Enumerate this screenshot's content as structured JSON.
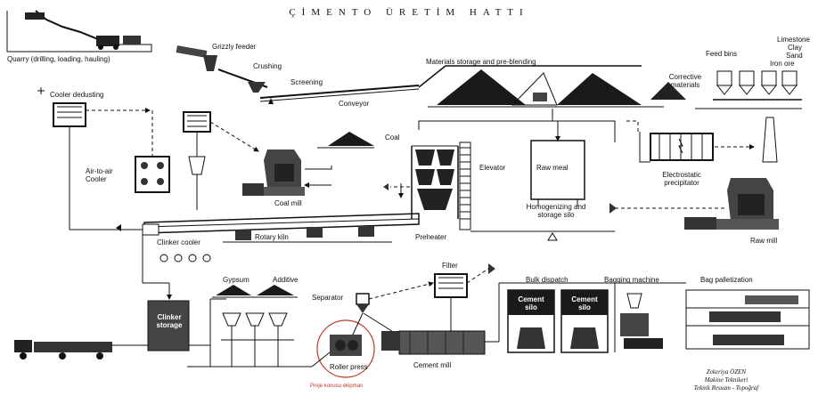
{
  "title": "ÇİMENTO ÜRETİM HATTI",
  "labels": {
    "quarry": "Quarry (drilling, loading, hauling)",
    "grizzly_feeder": "Grizzly feeder",
    "crushing": "Crushing",
    "screening": "Screening",
    "conveyor": "Conveyor",
    "materials_storage": "Materials storage and pre-blending",
    "corrective_materials": "Corrective materials",
    "feed_bins": "Feed bins",
    "limestone": "Limestone",
    "clay": "Clay",
    "sand": "Sand",
    "iron_ore": "Iron ore",
    "cooler_dedusting": "Cooler dedusting",
    "air_to_air_cooler": "Air-to-air Cooler",
    "coal": "Coal",
    "coal_mill": "Coal mill",
    "elevator": "Elevator",
    "raw_meal": "Raw meal",
    "homogenizing_silo": "Homogenizing and storage silo",
    "electrostatic_precipitator": "Electrostatic precipitator",
    "raw_mill": "Raw mill",
    "rotary_kiln": "Rotary kiln",
    "clinker_cooler": "Clinker cooler",
    "preheater": "Preheater",
    "filter": "Filter",
    "bulk_dispatch": "Bulk dispatch",
    "bagging_machine": "Bagging machine",
    "bag_palletization": "Bag palletization",
    "gypsum": "Gypsum",
    "additive": "Additive",
    "separator": "Separator",
    "clinker_storage": "Clinker storage",
    "cement_silo_1": "Cement silo",
    "cement_silo_2": "Cement silo",
    "roller_press": "Roller press",
    "cement_mill": "Cement mill",
    "project_equipment": "Proje konusu ekipman"
  },
  "signature": {
    "name": "Zekeriya ÖZEN",
    "line1": "Makine Teknikeri",
    "line2": "Teknik Ressam - Topoğraf"
  },
  "colors": {
    "ink": "#111111",
    "highlight_circle": "#c0392b",
    "background": "#ffffff"
  }
}
